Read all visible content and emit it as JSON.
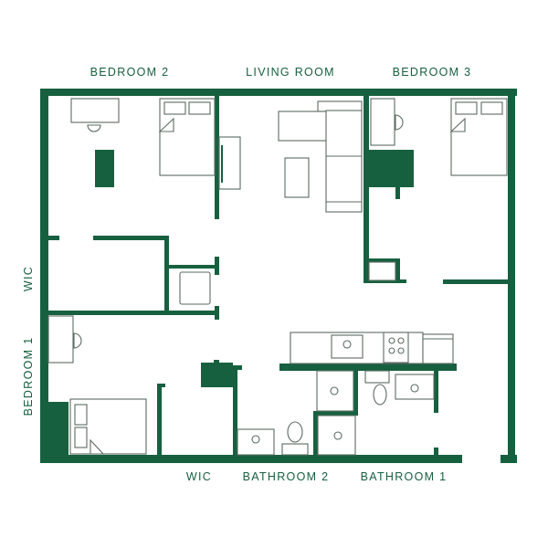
{
  "colors": {
    "wall": "#17603f",
    "furniture_outline": "#5b6b62"
  },
  "labels": {
    "bedroom2": "BEDROOM 2",
    "living_room": "LIVING ROOM",
    "bedroom3": "BEDROOM 3",
    "wic_left": "WIC",
    "bedroom1": "BEDROOM 1",
    "wic_bottom": "WIC",
    "bathroom2": "BATHROOM 2",
    "bathroom1": "BATHROOM 1"
  }
}
